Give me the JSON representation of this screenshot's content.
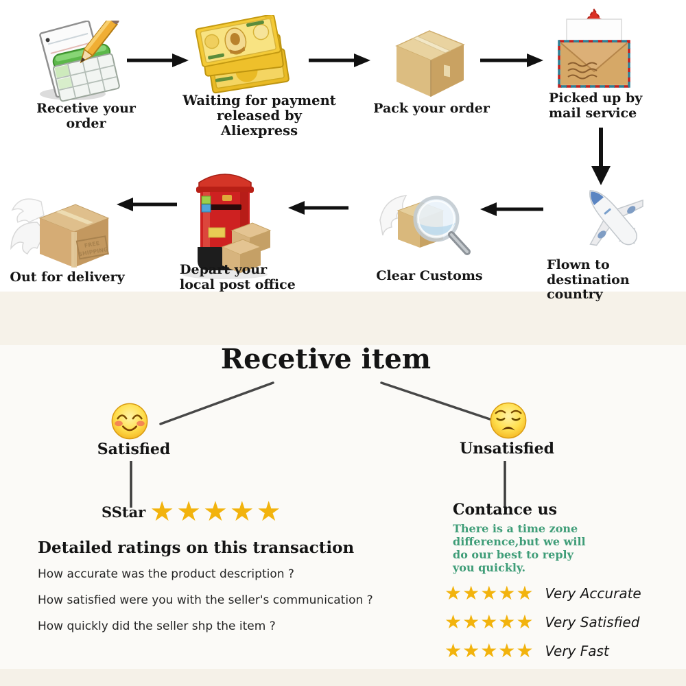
{
  "colors": {
    "star_gold": "#f2b30d",
    "note_green": "#3f9d78",
    "postbox_red": "#cd2420",
    "money_yellow": "#f2c735",
    "kraft_tan": "#d9b47c",
    "arrow_black": "#111111"
  },
  "icons": {
    "row1": [
      "order-notepad-icon",
      "payment-money-icon",
      "package-box-icon",
      "airmail-envelope-icon"
    ],
    "row2": [
      "airplane-icon",
      "customs-inspection-icon",
      "postbox-icon",
      "winged-parcel-icon"
    ],
    "satisfied_face": "smiling-face-emoji",
    "unsatisfied_face": "unamused-face-emoji",
    "star_glyph": "★"
  },
  "flow": {
    "row1": [
      {
        "label": "Recetive your order"
      },
      {
        "label": "Waiting for payment\nreleased by Aliexpress"
      },
      {
        "label": "Pack your order"
      },
      {
        "label": "Picked up by\nmail service"
      }
    ],
    "row2": [
      {
        "label": "Flown to destination\ncountry"
      },
      {
        "label": "Clear Customs"
      },
      {
        "label": "Depart your\nlocal post office"
      },
      {
        "label": "Out for delivery"
      }
    ],
    "parcel_stamp_line1": "FREE",
    "parcel_stamp_line2": "SHIPPING"
  },
  "receive": {
    "title": "Recetive item",
    "satisfied": {
      "label": "Satisfied",
      "rating_prefix": "SStar",
      "stars": "★★★★★"
    },
    "detailed": {
      "heading": "Detailed ratings on this transaction",
      "questions": [
        "How accurate was the product description ?",
        "How satisfied were you with the seller's communication ?",
        "How quickly did the seller shp the item ?"
      ]
    },
    "unsatisfied": {
      "label": "Unsatisfied",
      "contact_heading": "Contance us",
      "note": "There is a time zone\ndifference,but we will\ndo  our best to reply\nyou quickly.",
      "ratings": [
        {
          "stars": "★★★★★",
          "label": "Very Accurate"
        },
        {
          "stars": "★★★★★",
          "label": "Very Satisfied"
        },
        {
          "stars": "★★★★★",
          "label": "Very Fast"
        }
      ]
    }
  }
}
